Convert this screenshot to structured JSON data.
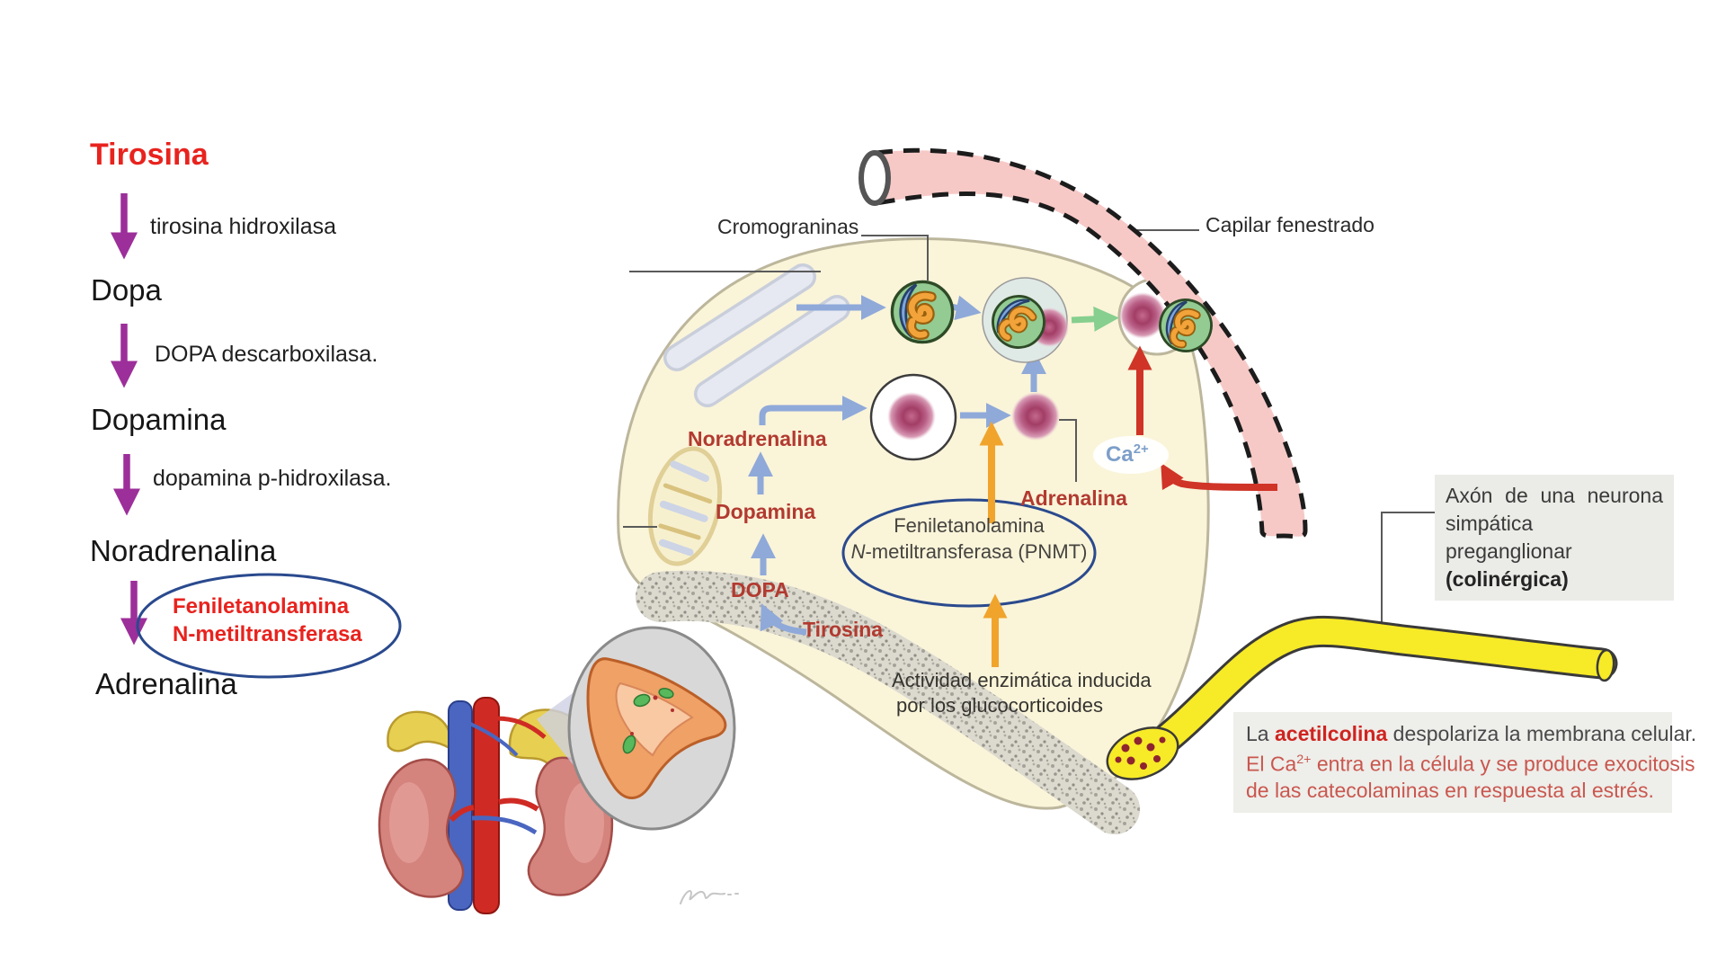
{
  "left_pathway": {
    "tirosina": "Tirosina",
    "tirosina_hidroxilasa": "tirosina hidroxilasa",
    "dopa": "Dopa",
    "dopa_descarboxilasa": "DOPA descarboxilasa.",
    "dopamina": "Dopamina",
    "dopamina_p_hidroxilasa": "dopamina p-hidroxilasa.",
    "noradrenalina": "Noradrenalina",
    "pnmt_line1": "Feniletanolamina",
    "pnmt_line2": "N-metiltransferasa",
    "adrenalina": "Adrenalina"
  },
  "cell_diagram": {
    "cromograninas": "Cromograninas",
    "capilar_fenestrado": "Capilar fenestrado",
    "noradrenalina": "Noradrenalina",
    "dopamina": "Dopamina",
    "dopa": "DOPA",
    "tirosina": "Tirosina",
    "adrenalina": "Adrenalina",
    "ca_base": "Ca",
    "ca_sup": "2+",
    "pnmt_line1": "Feniletanolamina",
    "pnmt_line2_italic": "N",
    "pnmt_line2_rest": "-metiltransferasa (PNMT)",
    "actividad_line1": "Actividad enzimática inducida",
    "actividad_line2": "por los glucocorticoides"
  },
  "axon_label": {
    "line1": "Axón de una neurona",
    "line2": "simpática preganglionar",
    "line3": "(colinérgica)"
  },
  "bottom_note": {
    "line1_pre": "La ",
    "line1_highlight": "acetilcolina",
    "line1_post": " despolariza la membrana celular.",
    "line2_pre": "El Ca",
    "line2_sup": "2+",
    "line2_post": " entra en la célula y se produce exocitosis",
    "line3": "de las catecolaminas en respuesta al estrés."
  },
  "colors": {
    "pathway_red": "#e8231e",
    "purple_arrow": "#9c2f9a",
    "cell_label_red": "#b23a30",
    "blue_arrow": "#8fa9d9",
    "green_arrow": "#86cf8e",
    "orange_arrow": "#f0a42c",
    "red_arrow": "#cf3427",
    "capillary_pink": "#f6c9c7",
    "cell_fill": "#faf4d9",
    "axon_yellow": "#f7ea27",
    "granule_magenta": "#a33e66",
    "ellipse_blue": "#2a4a8e",
    "ca_blue": "#7d9fc9",
    "note_salmon": "#c9574f"
  }
}
